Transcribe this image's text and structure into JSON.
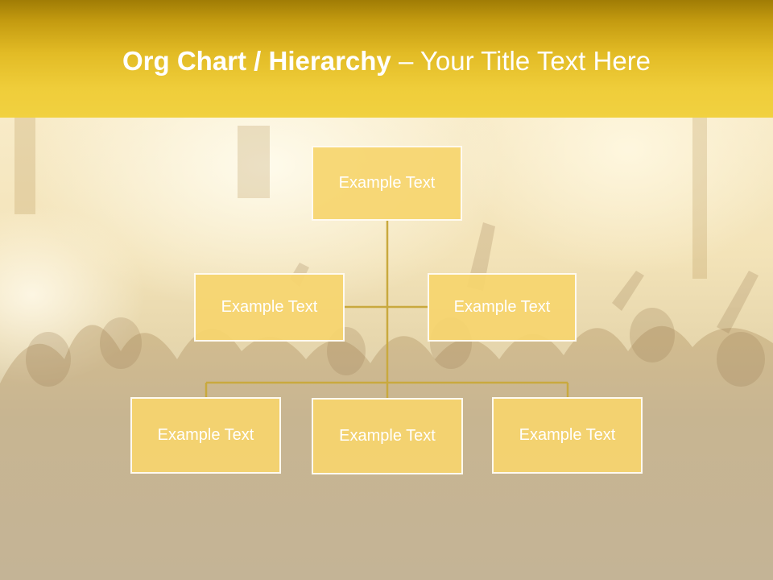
{
  "title": {
    "bold": "Org Chart / Hierarchy",
    "rest": " – Your Title Text Here"
  },
  "chart": {
    "top": "Example Text",
    "assistant_left": "Example Text",
    "assistant_right": "Example Text",
    "sub_left": "Example Text",
    "sub_center": "Example Text",
    "sub_right": "Example Text"
  },
  "colors": {
    "title_band": "#efcd3a",
    "box_fill": "#f6d56e",
    "box_border": "#fffaf0",
    "connector": "#c9a93e",
    "text": "#ffffff"
  }
}
